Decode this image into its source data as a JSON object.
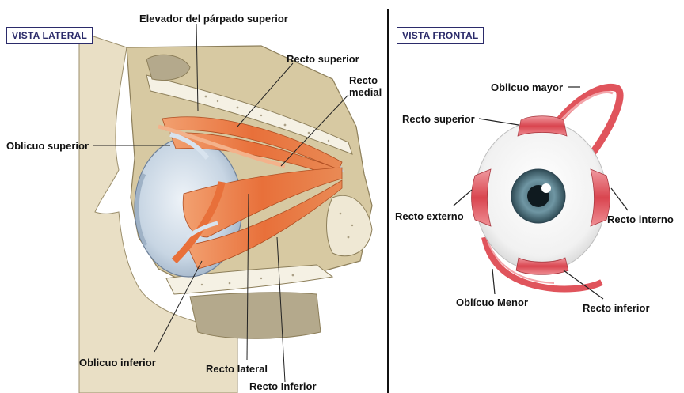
{
  "panels": {
    "lateral": {
      "title": "VISTA LATERAL",
      "labels": {
        "elevador": "Elevador del párpado superior",
        "recto_superior": "Recto superior",
        "recto_medial": "Recto\nmedial",
        "oblicuo_superior": "Oblicuo superior",
        "oblicuo_inferior": "Oblicuo inferior",
        "recto_lateral": "Recto lateral",
        "recto_inferior": "Recto Inferior"
      }
    },
    "frontal": {
      "title": "VISTA FRONTAL",
      "labels": {
        "oblicuo_mayor": "Oblicuo mayor",
        "recto_superior": "Recto superior",
        "recto_externo": "Recto externo",
        "recto_interno": "Recto interno",
        "oblicuo_menor": "Oblícuo Menor",
        "recto_inferior": "Recto inferior"
      }
    }
  },
  "colors": {
    "muscle": "#e8703a",
    "muscle_dark": "#c9552a",
    "frontal_muscle": "#e0545c",
    "bone": "#d7c9a2",
    "sclera": "#c9d6e4",
    "iris": "#5a7f8c"
  }
}
